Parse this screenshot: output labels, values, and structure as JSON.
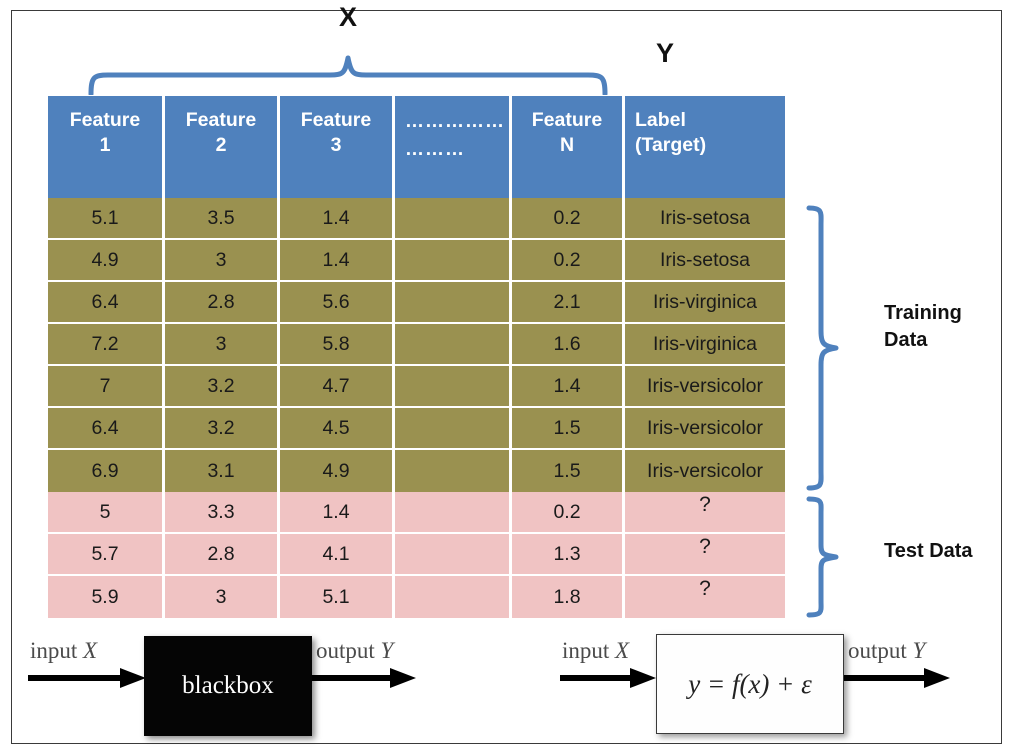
{
  "figure": {
    "group_label_features": "X",
    "group_label_target": "Y",
    "training_bracket_label": "Training\nData",
    "training_bracket_label_line1": "Training",
    "training_bracket_label_line2": "Data",
    "test_bracket_label": "Test Data"
  },
  "table": {
    "columns": [
      {
        "header": "Feature\n1",
        "line1": "Feature",
        "line2": "1",
        "align": "center"
      },
      {
        "header": "Feature\n2",
        "line1": "Feature",
        "line2": "2",
        "align": "center"
      },
      {
        "header": "Feature\n3",
        "line1": "Feature",
        "line2": "3",
        "align": "center"
      },
      {
        "header": "…………………………",
        "line1": "……………",
        "line2": "………",
        "align": "left"
      },
      {
        "header": "Feature\nN",
        "line1": "Feature",
        "line2": "N",
        "align": "center"
      },
      {
        "header": "Label\n(Target)",
        "line1": "Label",
        "line2": "(Target)",
        "align": "left"
      }
    ],
    "training_rows": [
      {
        "f1": "5.1",
        "f2": "3.5",
        "f3": "1.4",
        "dots": "",
        "fn": "0.2",
        "label": "Iris-setosa"
      },
      {
        "f1": "4.9",
        "f2": "3",
        "f3": "1.4",
        "dots": "",
        "fn": "0.2",
        "label": "Iris-setosa"
      },
      {
        "f1": "6.4",
        "f2": "2.8",
        "f3": "5.6",
        "dots": "",
        "fn": "2.1",
        "label": "Iris-virginica"
      },
      {
        "f1": "7.2",
        "f2": "3",
        "f3": "5.8",
        "dots": "",
        "fn": "1.6",
        "label": "Iris-virginica"
      },
      {
        "f1": "7",
        "f2": "3.2",
        "f3": "4.7",
        "dots": "",
        "fn": "1.4",
        "label": "Iris-versicolor"
      },
      {
        "f1": "6.4",
        "f2": "3.2",
        "f3": "4.5",
        "dots": "",
        "fn": "1.5",
        "label": "Iris-versicolor"
      },
      {
        "f1": "6.9",
        "f2": "3.1",
        "f3": "4.9",
        "dots": "",
        "fn": "1.5",
        "label": "Iris-versicolor"
      }
    ],
    "test_rows": [
      {
        "f1": "5",
        "f2": "3.3",
        "f3": "1.4",
        "dots": "",
        "fn": "0.2",
        "label": "?"
      },
      {
        "f1": "5.7",
        "f2": "2.8",
        "f3": "4.1",
        "dots": "",
        "fn": "1.3",
        "label": "?"
      },
      {
        "f1": "5.9",
        "f2": "3",
        "f3": "5.1",
        "dots": "",
        "fn": "1.8",
        "label": "?"
      }
    ]
  },
  "diagrams": [
    {
      "name": "blackbox",
      "input_label": "input",
      "input_symbol": "X",
      "output_label": "output",
      "output_symbol": "Y",
      "box_text": "blackbox",
      "box_style": "black"
    },
    {
      "name": "model-equation",
      "input_label": "input",
      "input_symbol": "X",
      "output_label": "output",
      "output_symbol": "Y",
      "box_text": "y = f(x) + ε",
      "box_style": "white"
    }
  ],
  "colors": {
    "header_blue": "#4f81bd",
    "training_olive": "#9a9150",
    "test_pink": "#f0c3c3",
    "brace_blue": "#4f81bd",
    "frame": "#3a3a3a"
  }
}
